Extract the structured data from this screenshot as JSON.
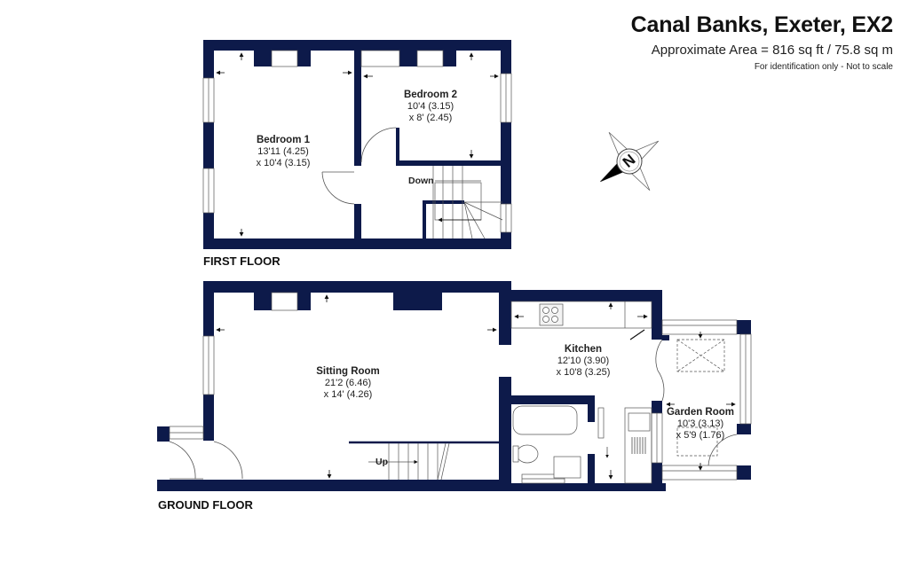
{
  "header": {
    "title": "Canal Banks, Exeter, EX2",
    "area": "Approximate Area = 816 sq ft / 75.8 sq m",
    "disclaimer": "For identification only - Not to scale"
  },
  "colors": {
    "wall": "#0d1a4a",
    "line": "#555555"
  },
  "compass": {
    "icon": "north-arrow-icon",
    "label": "N"
  },
  "floors": {
    "first": {
      "label": "FIRST FLOOR",
      "rooms": [
        {
          "name": "Bedroom 1",
          "dim1": "13'11 (4.25)",
          "dim2": "x 10'4 (3.15)"
        },
        {
          "name": "Bedroom 2",
          "dim1": "10'4 (3.15)",
          "dim2": "x 8' (2.45)"
        }
      ],
      "stairs_label": "Down"
    },
    "ground": {
      "label": "GROUND FLOOR",
      "rooms": [
        {
          "name": "Sitting Room",
          "dim1": "21'2 (6.46)",
          "dim2": "x 14' (4.26)"
        },
        {
          "name": "Kitchen",
          "dim1": "12'10 (3.90)",
          "dim2": "x 10'8 (3.25)"
        },
        {
          "name": "Garden Room",
          "dim1": "10'3 (3.13)",
          "dim2": "x 5'9 (1.76)"
        }
      ],
      "stairs_label": "Up"
    }
  }
}
